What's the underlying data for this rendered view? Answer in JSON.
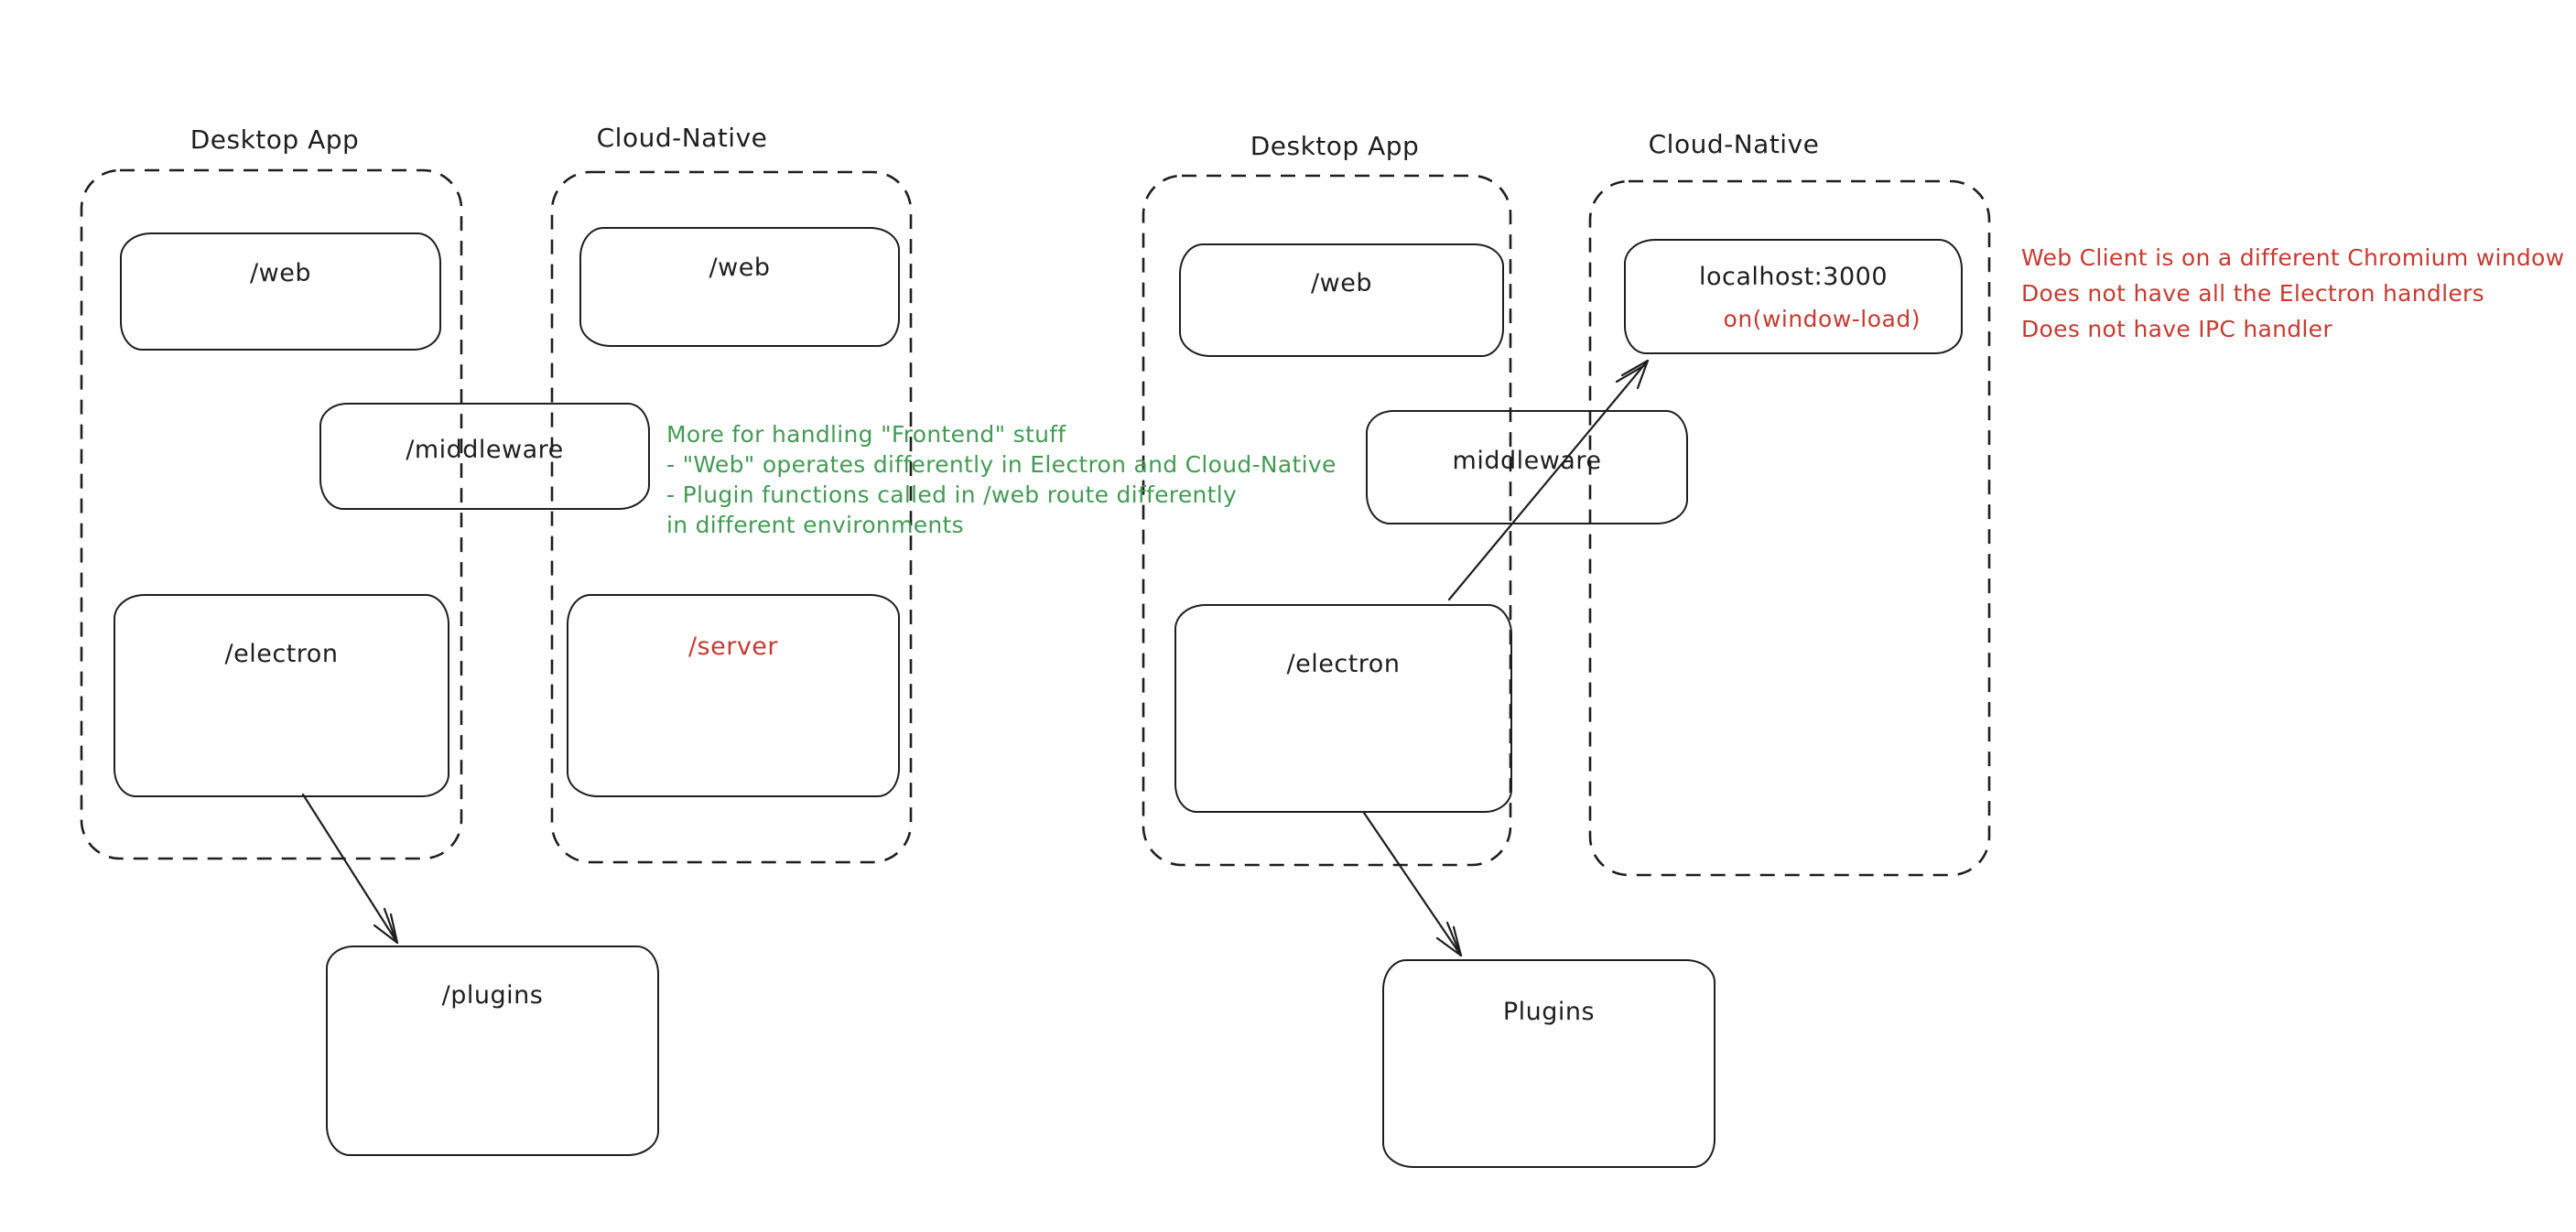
{
  "colors": {
    "ink": "#1e1e1e",
    "red": "#c53b32",
    "green": "#449a56",
    "bg": "#ffffff"
  },
  "left": {
    "desktop_title": "Desktop App",
    "cloud_title": "Cloud-Native",
    "web_desktop_label": "/web",
    "web_cloud_label": "/web",
    "middleware_label": "/middleware",
    "electron_label": "/electron",
    "server_label": "/server",
    "plugins_label": "/plugins",
    "note_lines": [
      "More for handling \"Frontend\" stuff",
      "- \"Web\" operates differently in Electron and Cloud-Native",
      "- Plugin functions called in /web route differently",
      "in different environments"
    ]
  },
  "right": {
    "desktop_title": "Desktop App",
    "cloud_title": "Cloud-Native",
    "web_label": "/web",
    "localhost_label": "localhost:3000",
    "onload_label": "on(window-load)",
    "middleware_label": "middleware",
    "electron_label": "/electron",
    "plugins_label": "Plugins",
    "note_lines": [
      "Web Client is on a different Chromium window",
      "Does not have all the Electron handlers",
      "Does not have IPC handler"
    ]
  }
}
